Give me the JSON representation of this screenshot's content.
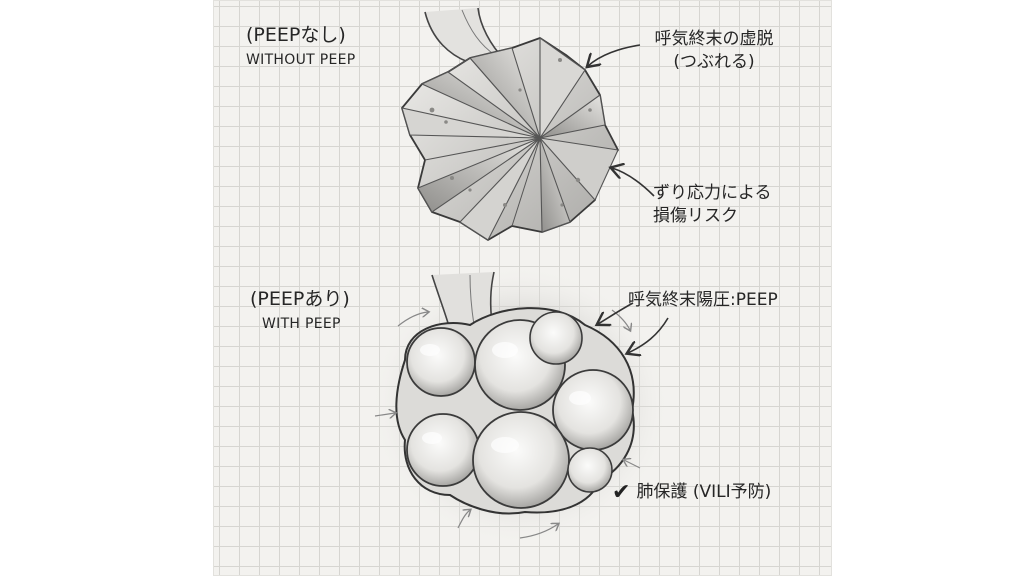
{
  "top": {
    "title_jp": "(PEEPなし)",
    "title_en": "WITHOUT PEEP",
    "anno1_line1": "呼気終末の虚脱",
    "anno1_line2": "(つぶれる)",
    "anno2_line1": "ずり応力による",
    "anno2_line2": "損傷リスク"
  },
  "bottom": {
    "title_jp": "(PEEPあり)",
    "title_en": "WITH PEEP",
    "anno1": "呼気終末陽圧:PEEP",
    "anno2": "肺保護 (VILI予防)"
  },
  "icons": [
    "arrow-icon",
    "check-icon"
  ]
}
